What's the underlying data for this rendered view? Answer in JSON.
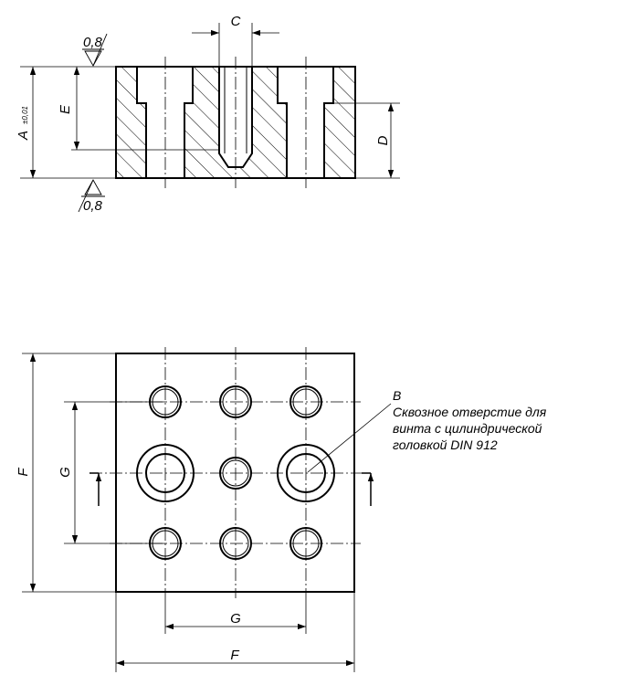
{
  "section_view": {
    "surface_finish_top": "0,8",
    "surface_finish_bottom": "0,8",
    "dim_a": "A",
    "dim_a_tolerance": "±0,01",
    "dim_c": "C",
    "dim_d": "D",
    "dim_e": "E"
  },
  "plan_view": {
    "dim_f_vertical": "F",
    "dim_f_horizontal": "F",
    "dim_g_vertical": "G",
    "dim_g_horizontal": "G",
    "callout_letter": "B",
    "callout_lines": [
      "Сквозное отверстие для",
      "винта с цилиндрической",
      "головкой DIN 912"
    ]
  }
}
